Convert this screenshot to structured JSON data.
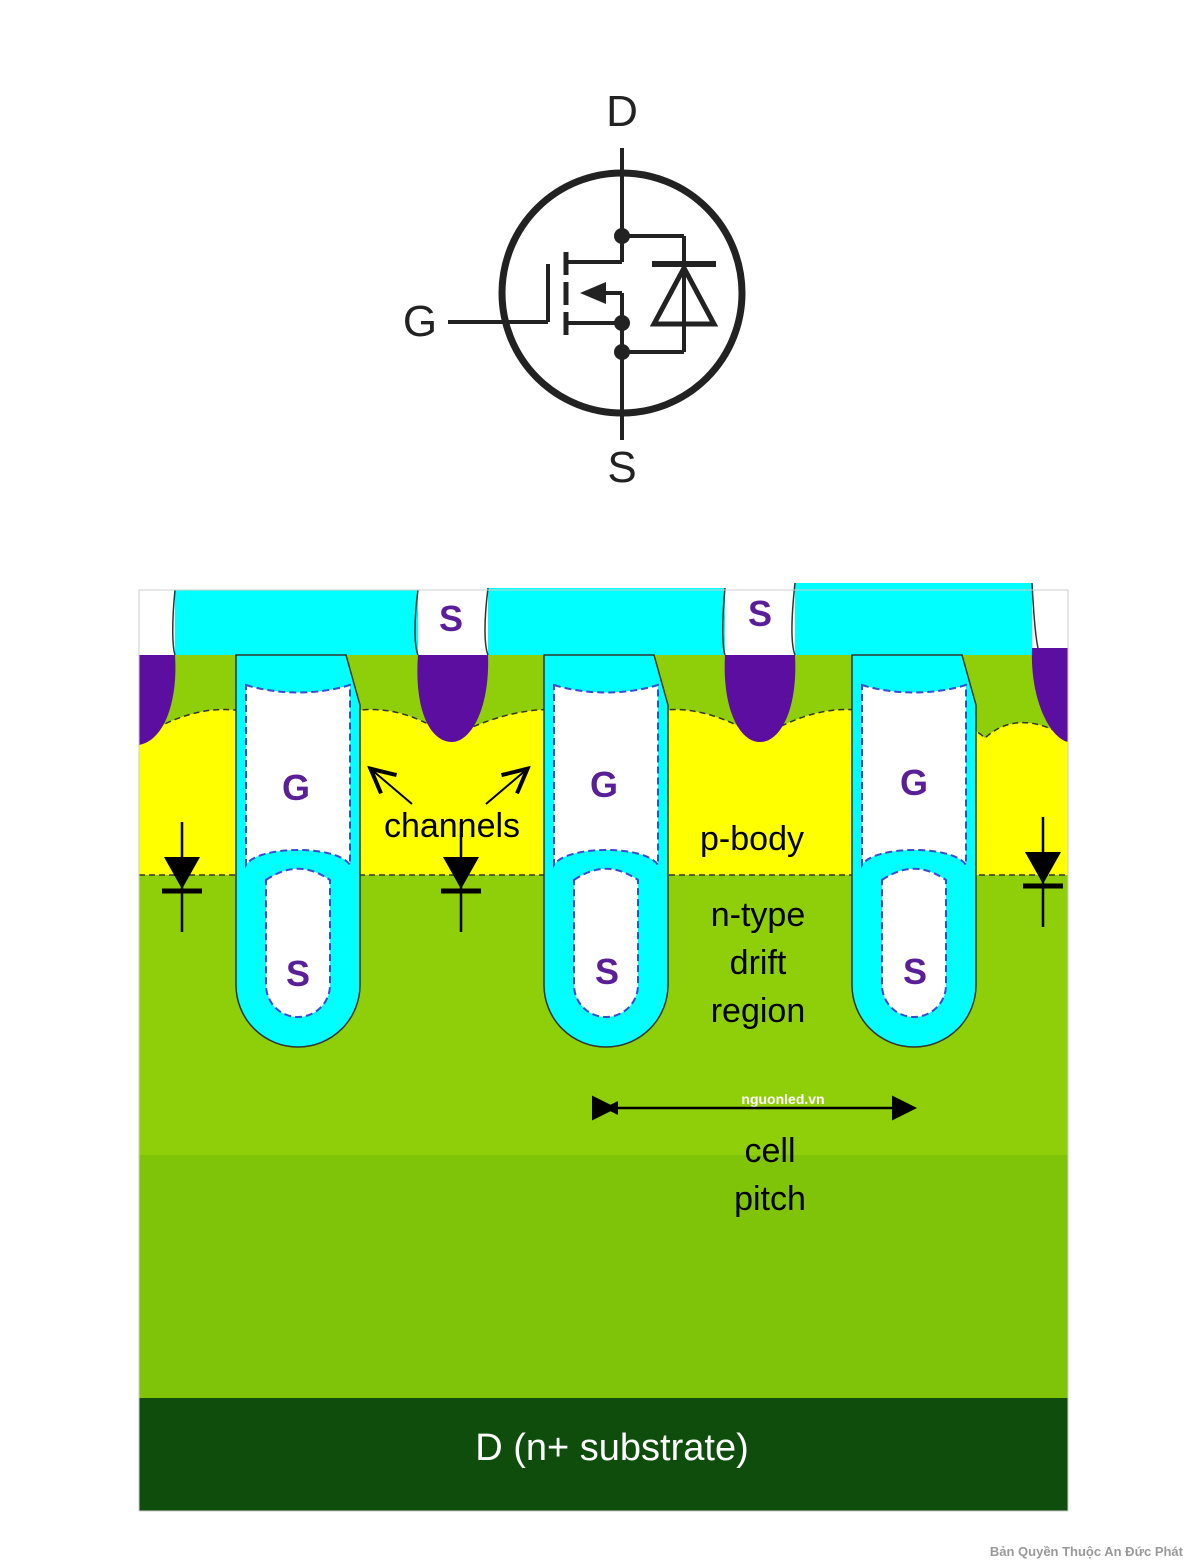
{
  "symbol": {
    "drain_label": "D",
    "gate_label": "G",
    "source_label": "S"
  },
  "cross_section": {
    "top_source_label": "S",
    "gate_label": "G",
    "trench_source_label": "S",
    "channels_label": "channels",
    "p_body_label": "p-body",
    "drift_lines": [
      "n-type",
      "drift",
      "region"
    ],
    "pitch_lines": [
      "cell",
      "pitch"
    ],
    "substrate_label": "D (n+ substrate)",
    "watermark": "nguonled.vn"
  },
  "copyright": "Bản Quyền Thuộc An Đức Phát",
  "colors": {
    "oxide": "#00ffff",
    "p_body": "#ffff00",
    "drift": "#8fcf0a",
    "drift_lower": "#80c40a",
    "substrate": "#0f4d0d",
    "n_plus_source": "#5b0ea0",
    "label_purple": "#5a1e99",
    "outline_blue": "#3a4bd0"
  }
}
